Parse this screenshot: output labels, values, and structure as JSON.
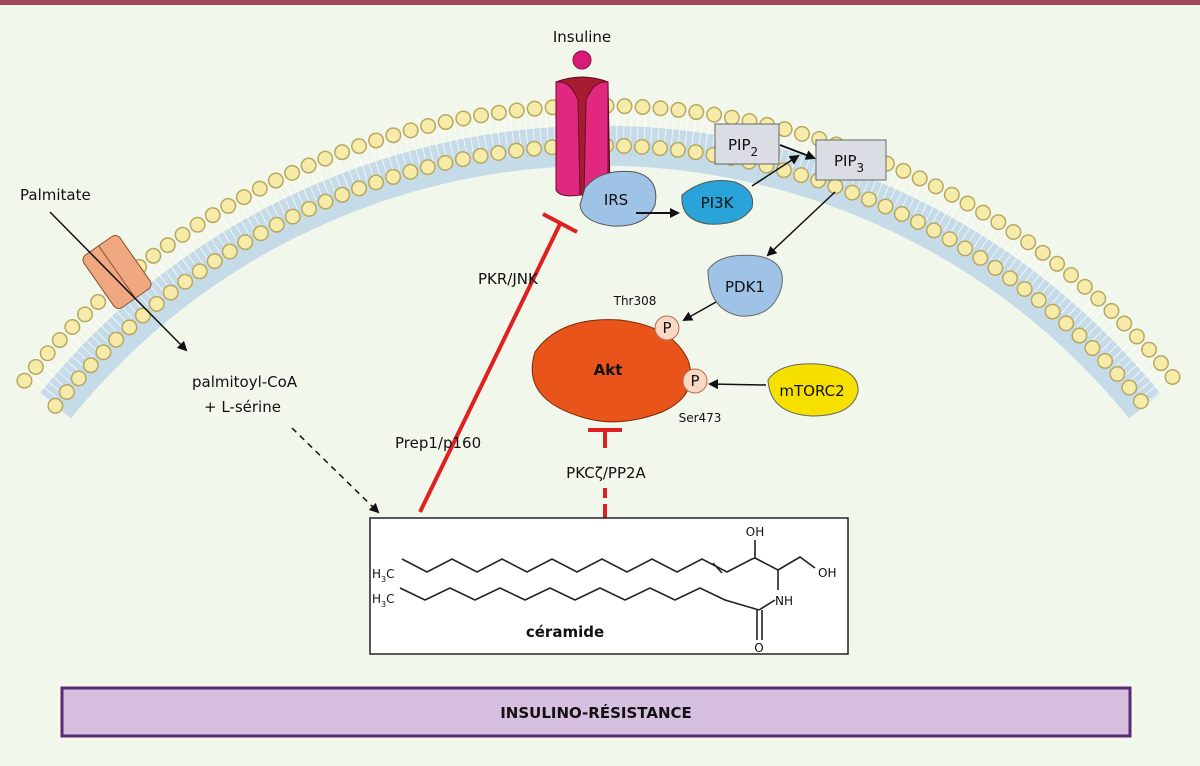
{
  "labels": {
    "insuline": "Insuline",
    "palmitate": "Palmitate",
    "palmitoyl_coa": "palmitoyl-CoA",
    "l_serine": "+ L-sérine",
    "pip2": "PIP",
    "pip2_sub": "2",
    "pip3": "PIP",
    "pip3_sub": "3",
    "irs": "IRS",
    "pi3k": "PI3K",
    "pdk1": "PDK1",
    "akt": "Akt",
    "thr308": "Thr308",
    "ser473": "Ser473",
    "p": "P",
    "mtorc2": "mTORC2",
    "pkr_jnk": "PKR/JNK",
    "prep1": "Prep1/p160",
    "pkcz": "PKCζ/PP2A",
    "ceramide": "céramide",
    "h3c": "H",
    "h3c_sub": "3",
    "h3c_c": "C",
    "oh": "OH",
    "nh": "NH",
    "o": "O"
  },
  "banner": "INSULINO-RÉSISTANCE",
  "colors": {
    "background": "#f2f7ec",
    "top_rule": "#a0485a",
    "inhibition": "#e02020",
    "akt": "#e8541a",
    "mtorc2": "#f5e000",
    "pi3k": "#2aa3d8",
    "irs": "#9fc3e6",
    "receptor": "#d81b74",
    "banner": "#d7bfdf",
    "banner_border": "#5b2a72"
  }
}
